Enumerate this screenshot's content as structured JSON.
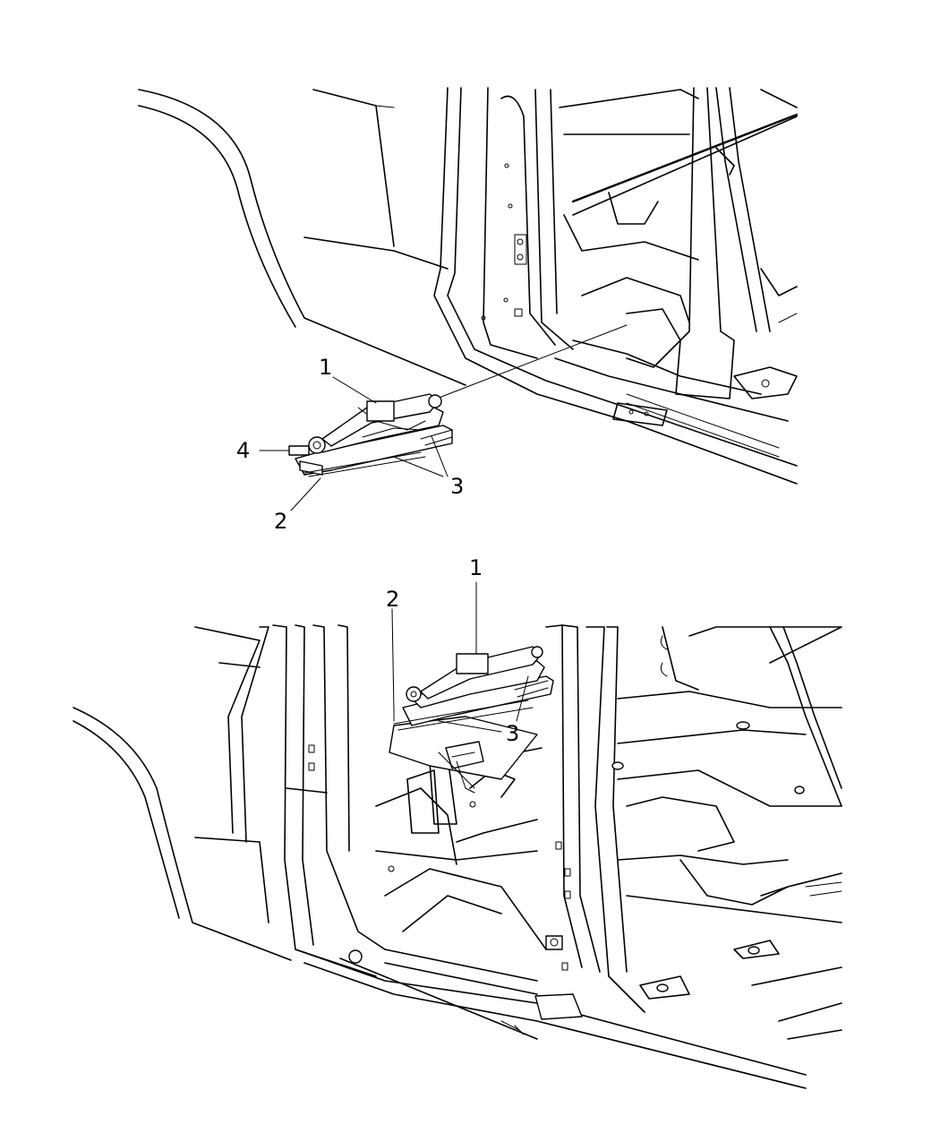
{
  "figure": {
    "top_view": {
      "callouts": [
        {
          "id": "c1",
          "label": "1"
        },
        {
          "id": "c2",
          "label": "2"
        },
        {
          "id": "c3",
          "label": "3"
        },
        {
          "id": "c4",
          "label": "4"
        }
      ]
    },
    "bottom_view": {
      "callouts": [
        {
          "id": "c1",
          "label": "1"
        },
        {
          "id": "c2",
          "label": "2"
        },
        {
          "id": "c3",
          "label": "3"
        }
      ]
    }
  }
}
